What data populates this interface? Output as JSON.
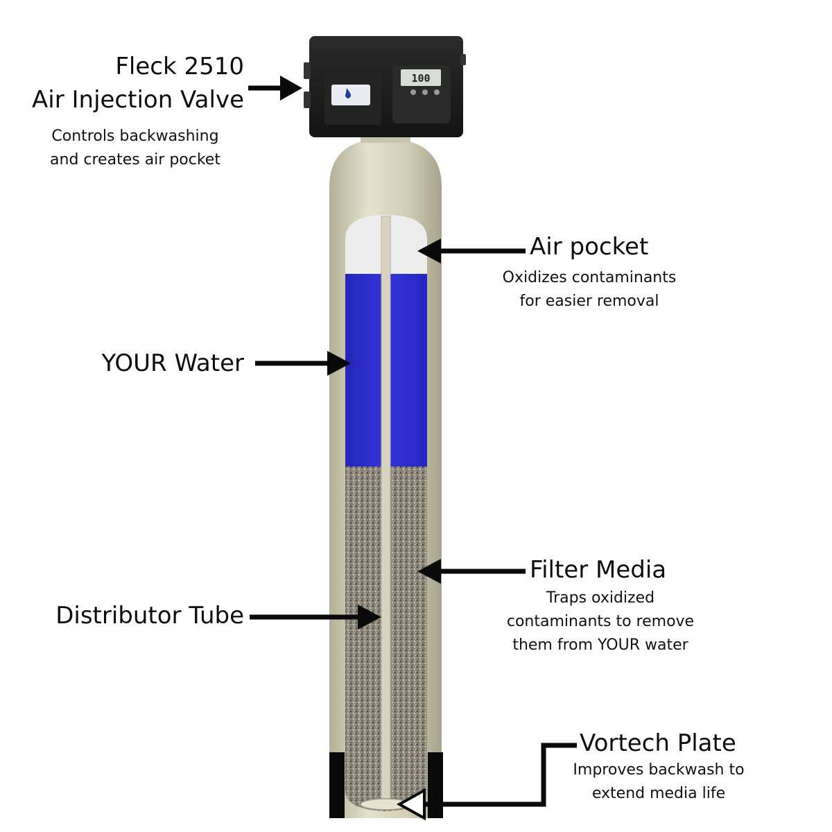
{
  "colors": {
    "tank": "#d9d5c0",
    "tank_shadow": "#a9a58c",
    "water": "#2d2fd0",
    "air_pocket": "#ececec",
    "media": "#8a8577",
    "base": "#0a0a0a",
    "valve_body": "#1c1c1c",
    "arrow": "#0a0a0a"
  },
  "valve": {
    "title_line1": "Fleck 2510",
    "title_line2": "Air Injection Valve",
    "desc_line1": "Controls backwashing",
    "desc_line2": "and creates air pocket",
    "display": "100"
  },
  "air_pocket": {
    "title": "Air pocket",
    "desc_line1": "Oxidizes contaminants",
    "desc_line2": "for easier removal"
  },
  "water": {
    "title": "YOUR Water"
  },
  "filter_media": {
    "title": "Filter Media",
    "desc_line1": "Traps oxidized",
    "desc_line2": "contaminants to remove",
    "desc_line3": "them from YOUR water"
  },
  "distributor": {
    "title": "Distributor Tube"
  },
  "vortech": {
    "title": "Vortech Plate",
    "desc_line1": "Improves backwash to",
    "desc_line2": "extend media life"
  }
}
